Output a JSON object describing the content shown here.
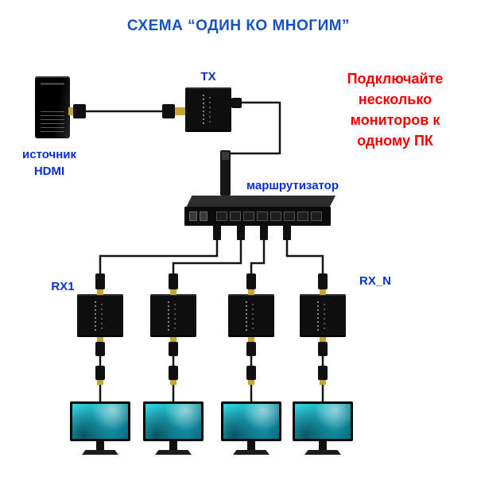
{
  "title": "СХЕМА “ОДИН КО МНОГИМ”",
  "labels": {
    "tx": "TX",
    "source_line1": "источник",
    "source_line2": "HDMI",
    "router": "маршрутизатор",
    "rx_first": "RX1",
    "rx_last": "RX_N"
  },
  "note_lines": [
    "Подключайте",
    "несколько",
    "мониторов к",
    "одному ПК"
  ],
  "counts": {
    "rx_units": 4,
    "monitors": 4
  },
  "colors": {
    "title_blue": "#1652c0",
    "label_blue": "#0a2fd4",
    "note_red": "#f20000",
    "device_black": "#0e0e0e",
    "hdmi_gold": "#c8a52e",
    "screen_teal": "#17a8ba"
  }
}
